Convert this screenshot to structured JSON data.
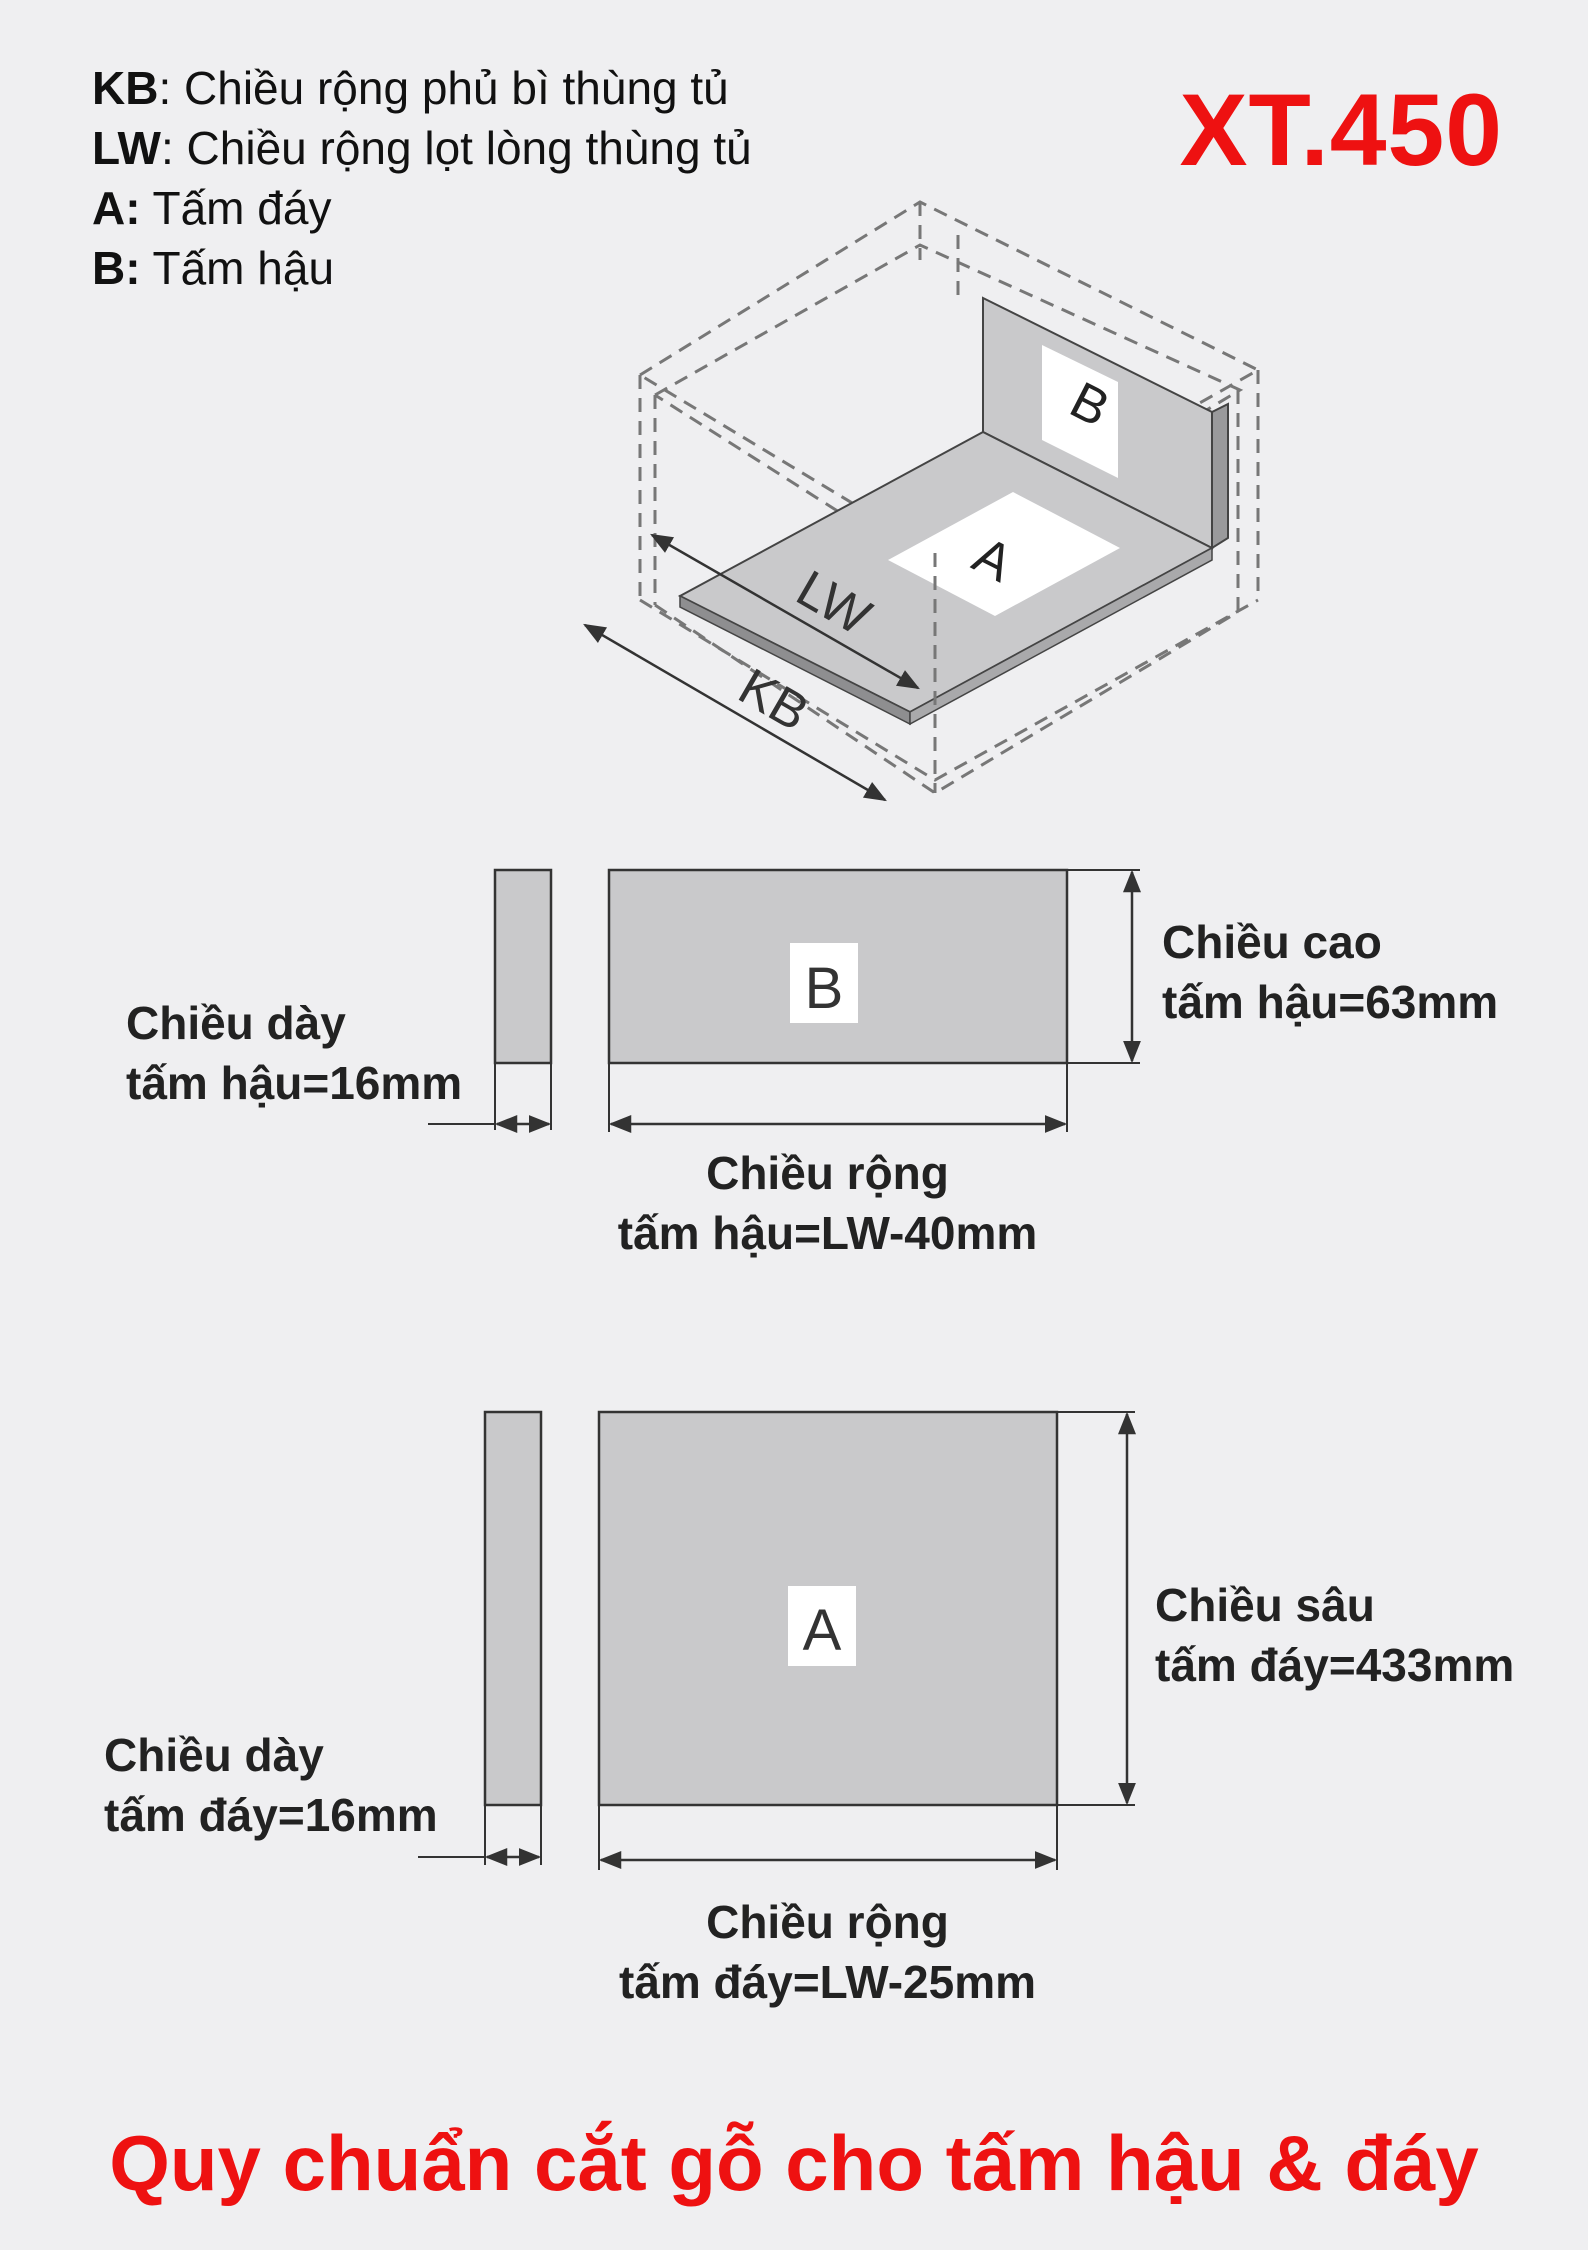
{
  "legend": [
    {
      "key": "KB",
      "text": ": Chiều rộng phủ bì thùng tủ"
    },
    {
      "key": "LW",
      "text": ": Chiều rộng lọt lòng thùng tủ"
    },
    {
      "key": "A:",
      "text": " Tấm đáy"
    },
    {
      "key": "B:",
      "text": " Tấm hậu"
    }
  ],
  "model_code": "XT.450",
  "iso_labels": {
    "b": "B",
    "a": "A",
    "lw": "LW",
    "kb": "KB"
  },
  "panel_b": {
    "letter": "B",
    "height_label": [
      "Chiều cao",
      "tấm hậu=63mm"
    ],
    "thickness_label": [
      "Chiều dày",
      "tấm hậu=16mm"
    ],
    "width_label": [
      "Chiều rộng",
      "tấm hậu=LW-40mm"
    ]
  },
  "panel_a": {
    "letter": "A",
    "depth_label": [
      "Chiều sâu",
      "tấm đáy=433mm"
    ],
    "thickness_label": [
      "Chiều dày",
      "tấm đáy=16mm"
    ],
    "width_label": [
      "Chiều rộng",
      "tấm đáy=LW-25mm"
    ]
  },
  "footer": "Quy chuẩn cắt gỗ cho tấm hậu & đáy",
  "colors": {
    "accent_red": "#ee1111",
    "panel_gray": "#c9c9cb",
    "line_dark": "#333333",
    "background": "#efeff1"
  }
}
